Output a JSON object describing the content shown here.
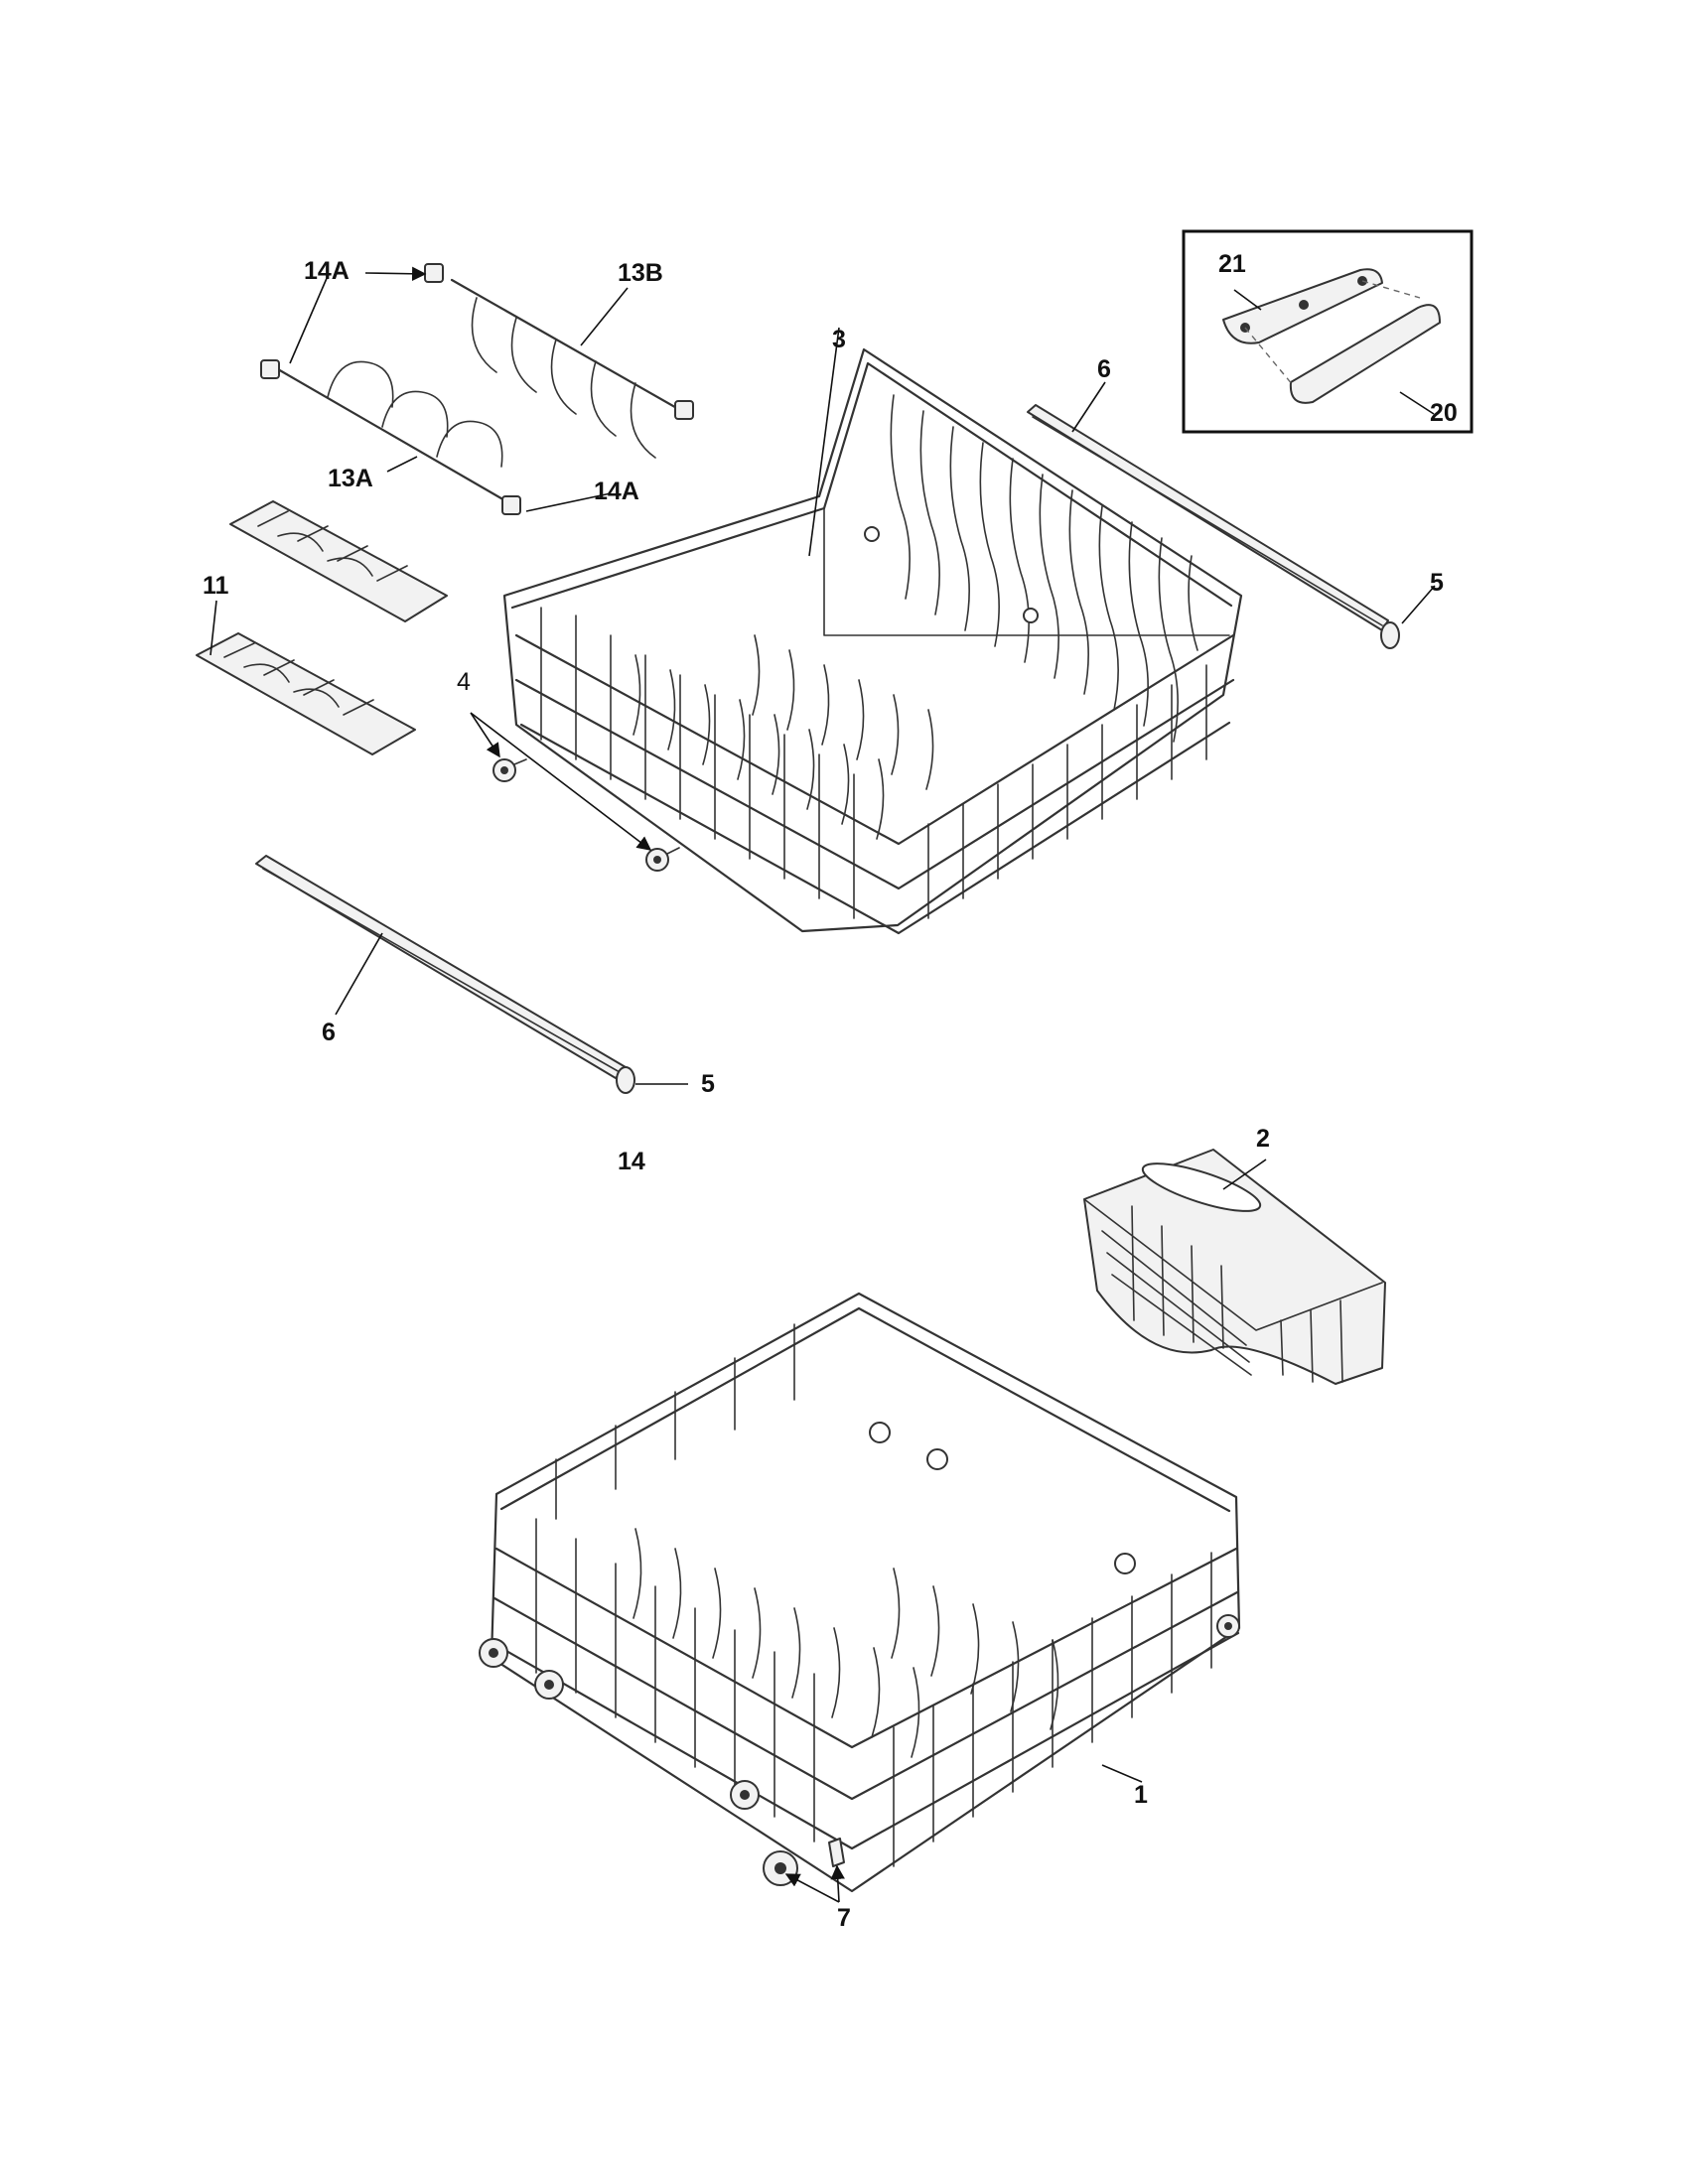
{
  "callouts": {
    "c14a_top": "14A",
    "c13b": "13B",
    "c3": "3",
    "c6_top": "6",
    "c21": "21",
    "c20": "20",
    "c13a": "13A",
    "c14a_mid": "14A",
    "c11": "11",
    "c5_top": "5",
    "c4": "4",
    "c6_bottom": "6",
    "c5_bottom": "5",
    "c14": "14",
    "c2": "2",
    "c1": "1",
    "c7": "7"
  }
}
